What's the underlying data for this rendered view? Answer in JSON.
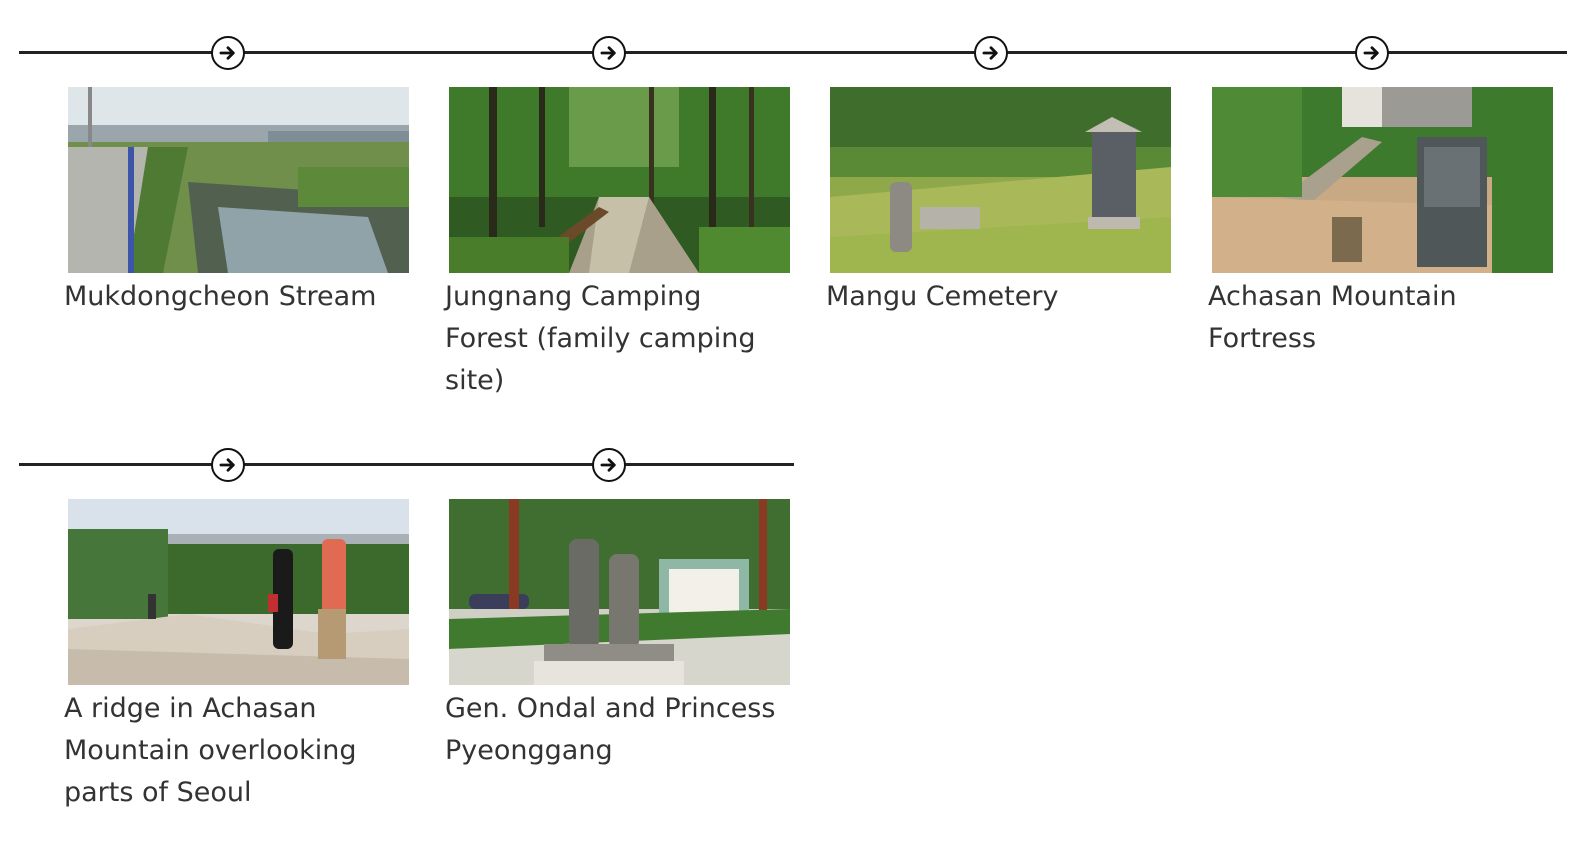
{
  "route": {
    "rows": [
      {
        "stops": [
          {
            "label": "Mukdongcheon Stream",
            "icon": "arrow-right-circle-icon"
          },
          {
            "label": "Jungnang Camping Forest (family camping site)",
            "icon": "arrow-right-circle-icon"
          },
          {
            "label": "Mangu Cemetery",
            "icon": "arrow-right-circle-icon"
          },
          {
            "label": "Achasan Mountain Fortress",
            "icon": "arrow-right-circle-icon"
          }
        ]
      },
      {
        "stops": [
          {
            "label": "A ridge in Achasan Mountain overlooking parts of Seoul",
            "icon": "arrow-right-circle-icon"
          },
          {
            "label": "Gen. Ondal and Princess Pyeonggang",
            "icon": "arrow-right-circle-icon"
          }
        ]
      }
    ]
  },
  "colors": {
    "line": "#222222",
    "text": "#333333",
    "background": "#ffffff"
  }
}
